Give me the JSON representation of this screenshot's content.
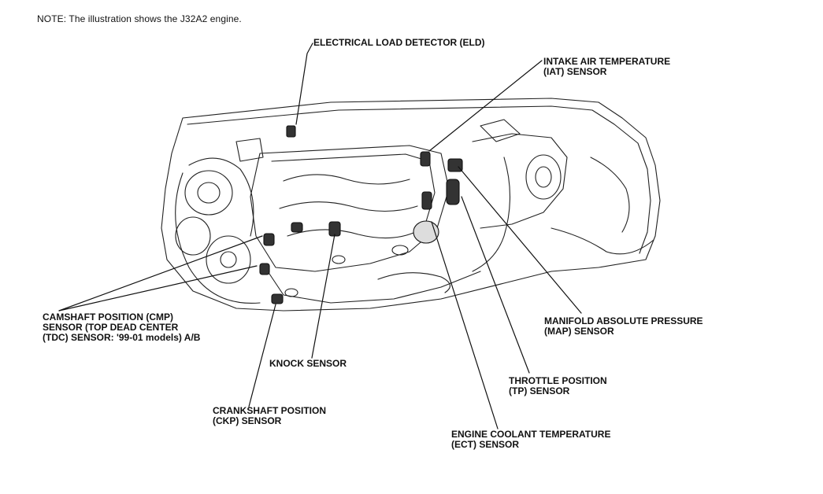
{
  "note": "NOTE: The illustration shows the J32A2 engine.",
  "labels": {
    "eld": [
      "ELECTRICAL LOAD DETECTOR (ELD)"
    ],
    "iat": [
      "INTAKE AIR TEMPERATURE",
      "(IAT) SENSOR"
    ],
    "cmp": [
      "CAMSHAFT POSITION (CMP)",
      "SENSOR (TOP DEAD CENTER",
      "(TDC) SENSOR: '99-01 models) A/B"
    ],
    "map": [
      "MANIFOLD ABSOLUTE PRESSURE",
      "(MAP) SENSOR"
    ],
    "knock": [
      "KNOCK SENSOR"
    ],
    "tp": [
      "THROTTLE POSITION",
      "(TP) SENSOR"
    ],
    "ckp": [
      "CRANKSHAFT POSITION",
      "(CKP) SENSOR"
    ],
    "ect": [
      "ENGINE COOLANT TEMPERATURE",
      "(ECT) SENSOR"
    ]
  }
}
